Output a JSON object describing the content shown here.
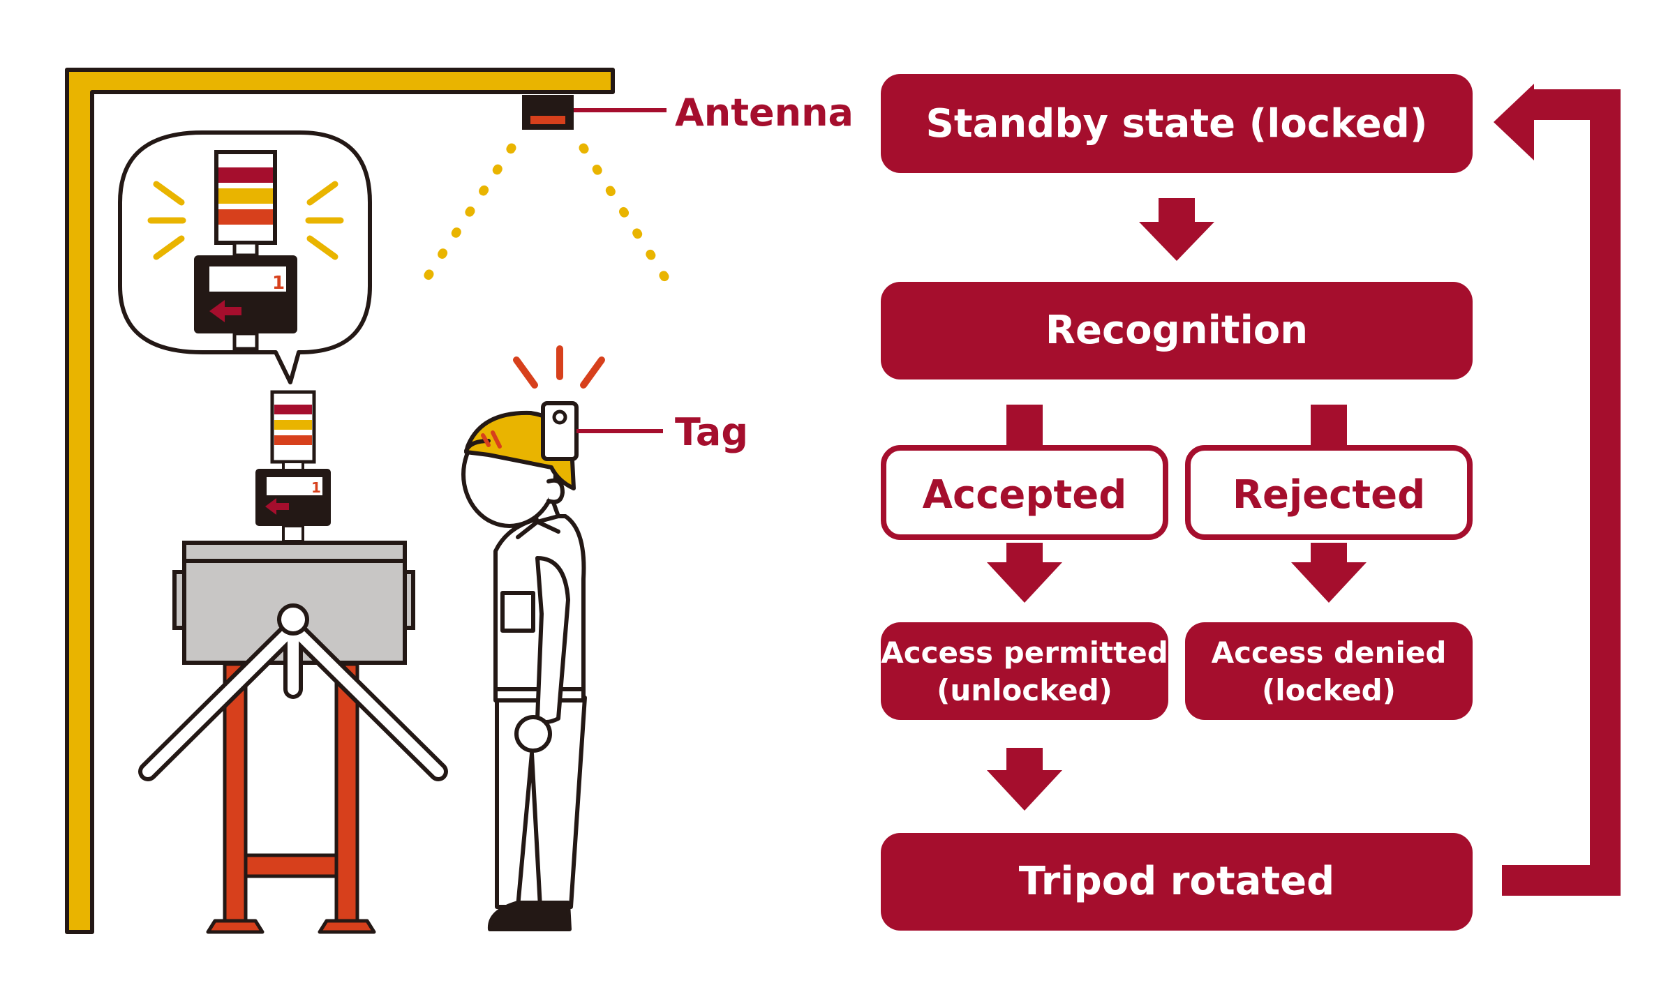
{
  "colors": {
    "brand": "#a50e2d",
    "frame_yellow": "#e9b400",
    "signal_red": "#d7401c",
    "outline": "#231815",
    "gray": "#c8c6c5",
    "white": "#ffffff"
  },
  "labels": {
    "antenna": "Antenna",
    "tag": "Tag"
  },
  "display": {
    "counter": "1"
  },
  "flow": {
    "standby": "Standby state (locked)",
    "recognition": "Recognition",
    "accepted": "Accepted",
    "rejected": "Rejected",
    "permitted_line1": "Access permitted",
    "permitted_line2": "(unlocked)",
    "denied_line1": "Access denied",
    "denied_line2": "(locked)",
    "tripod": "Tripod rotated"
  },
  "icons": [
    "antenna-icon",
    "signal-tower-icon",
    "turnstile-icon",
    "worker-icon",
    "tag-icon",
    "arrow-down-icon",
    "loop-arrow-icon"
  ]
}
